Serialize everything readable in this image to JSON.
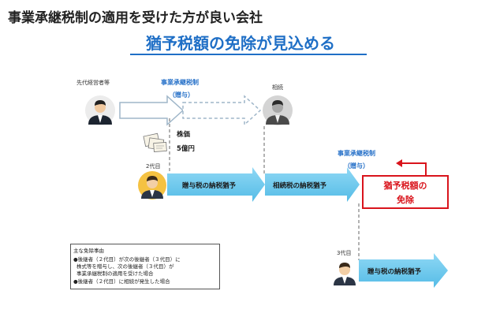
{
  "title": "事業承継税制の適用を受けた方が良い会社",
  "subtitle": "猶予税額の免除が見込める",
  "nodes": {
    "predecessor": {
      "label": "先代経営者等"
    },
    "inheritance": {
      "label": "相続"
    },
    "gen2": {
      "label": "2代目"
    },
    "gen3": {
      "label": "3代目"
    }
  },
  "labels": {
    "system_top": "事業承継税制",
    "gift_top": "（贈与）",
    "system_mid": "事業承継税制",
    "gift_mid": "（贈与）",
    "stock_price": "株価",
    "stock_value": "5億円"
  },
  "arrows": {
    "gift_tax_deferral_1": "贈与税の納税猶予",
    "inheritance_tax_deferral": "相続税の納税猶予",
    "gift_tax_deferral_2": "贈与税の納税猶予"
  },
  "exemption": {
    "line1": "猶予税額の",
    "line2": "免除"
  },
  "notes": {
    "heading": "主な免除事由",
    "item1_line1": "●後継者（２代目）が次の後継者（３代目）に",
    "item1_line2": "株式等を贈与し、次の後継者（３代目）が",
    "item1_line3": "事業承継税制の適用を受けた場合",
    "item2": "●後継者（２代目）に相続が発生した場合"
  },
  "colors": {
    "accent_blue": "#1f6fc6",
    "arrow_fill": "#6cc8ee",
    "highlight_red": "#d9141c"
  }
}
